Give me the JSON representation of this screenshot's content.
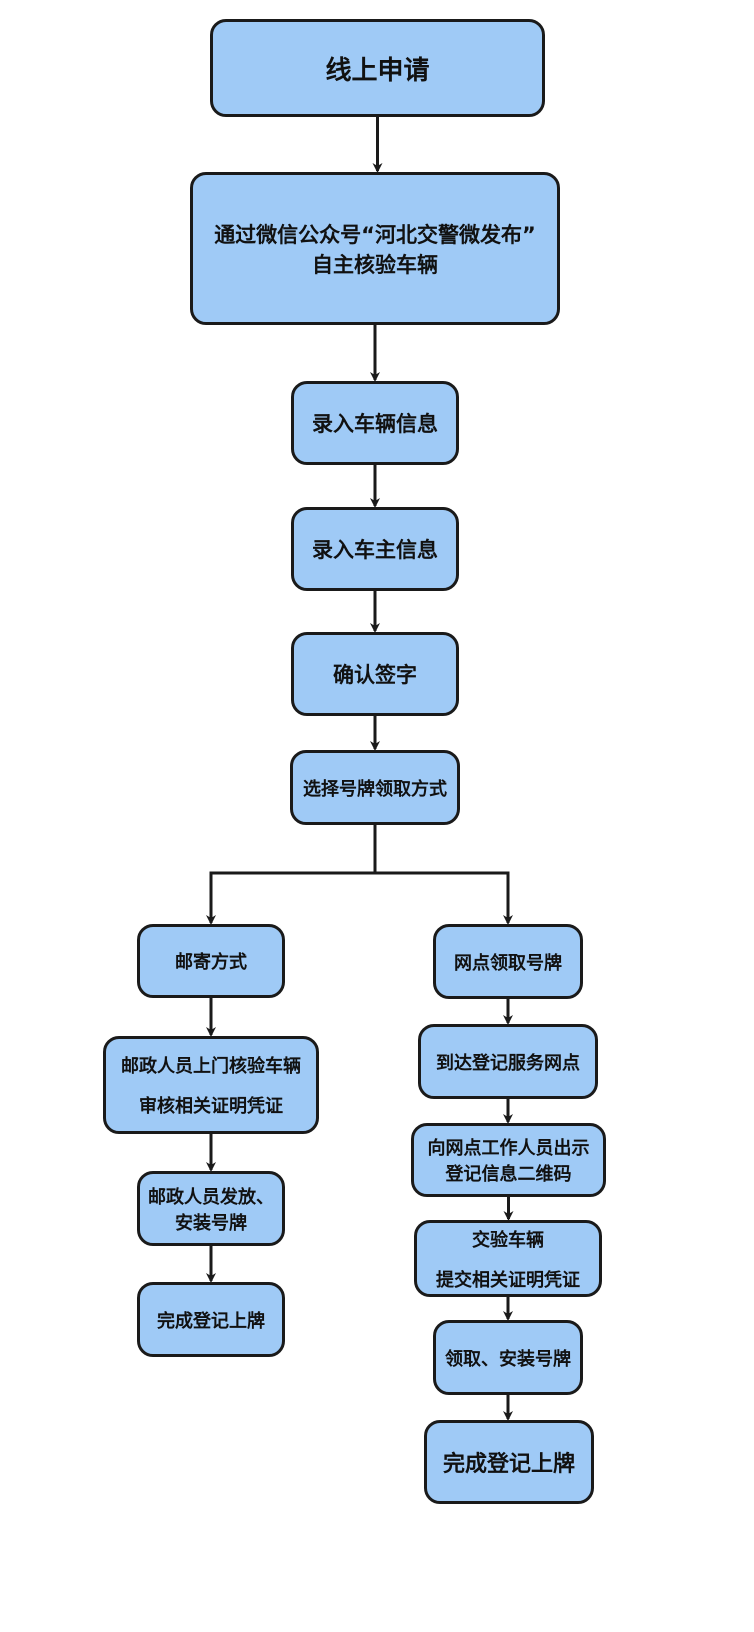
{
  "diagram": {
    "type": "flowchart",
    "colors": {
      "node_fill": "#9fcaf6",
      "node_border": "#1a1a1a",
      "arrow": "#1a1a1a",
      "background": "#ffffff"
    },
    "nodes": {
      "apply_online": {
        "lines": [
          "线上申请"
        ]
      },
      "wechat_verify": {
        "lines": [
          "通过微信公众号“河北交警微发布”",
          "自主核验车辆"
        ]
      },
      "enter_vehicle": {
        "lines": [
          "录入车辆信息"
        ]
      },
      "enter_owner": {
        "lines": [
          "录入车主信息"
        ]
      },
      "confirm_sign": {
        "lines": [
          "确认签字"
        ]
      },
      "choose_method": {
        "lines": [
          "选择号牌领取方式"
        ]
      },
      "mail": {
        "lines": [
          "邮寄方式"
        ]
      },
      "postal_verify": {
        "lines": [
          "邮政人员上门核验车辆",
          "审核相关证明凭证"
        ]
      },
      "postal_install": {
        "lines": [
          "邮政人员发放、",
          "安装号牌"
        ]
      },
      "mail_done": {
        "lines": [
          "完成登记上牌"
        ]
      },
      "pickup": {
        "lines": [
          "网点领取号牌"
        ]
      },
      "arrive": {
        "lines": [
          "到达登记服务网点"
        ]
      },
      "show_qr": {
        "lines": [
          "向网点工作人员出示",
          "登记信息二维码"
        ]
      },
      "submit": {
        "lines": [
          "交验车辆",
          "提交相关证明凭证"
        ]
      },
      "receive_install": {
        "lines": [
          "领取、安装号牌"
        ]
      },
      "pickup_done": {
        "lines": [
          "完成登记上牌"
        ]
      }
    },
    "edges": [
      [
        "apply_online",
        "wechat_verify"
      ],
      [
        "wechat_verify",
        "enter_vehicle"
      ],
      [
        "enter_vehicle",
        "enter_owner"
      ],
      [
        "enter_owner",
        "confirm_sign"
      ],
      [
        "confirm_sign",
        "choose_method"
      ],
      [
        "choose_method",
        "mail"
      ],
      [
        "choose_method",
        "pickup"
      ],
      [
        "mail",
        "postal_verify"
      ],
      [
        "postal_verify",
        "postal_install"
      ],
      [
        "postal_install",
        "mail_done"
      ],
      [
        "pickup",
        "arrive"
      ],
      [
        "arrive",
        "show_qr"
      ],
      [
        "show_qr",
        "submit"
      ],
      [
        "submit",
        "receive_install"
      ],
      [
        "receive_install",
        "pickup_done"
      ]
    ]
  }
}
